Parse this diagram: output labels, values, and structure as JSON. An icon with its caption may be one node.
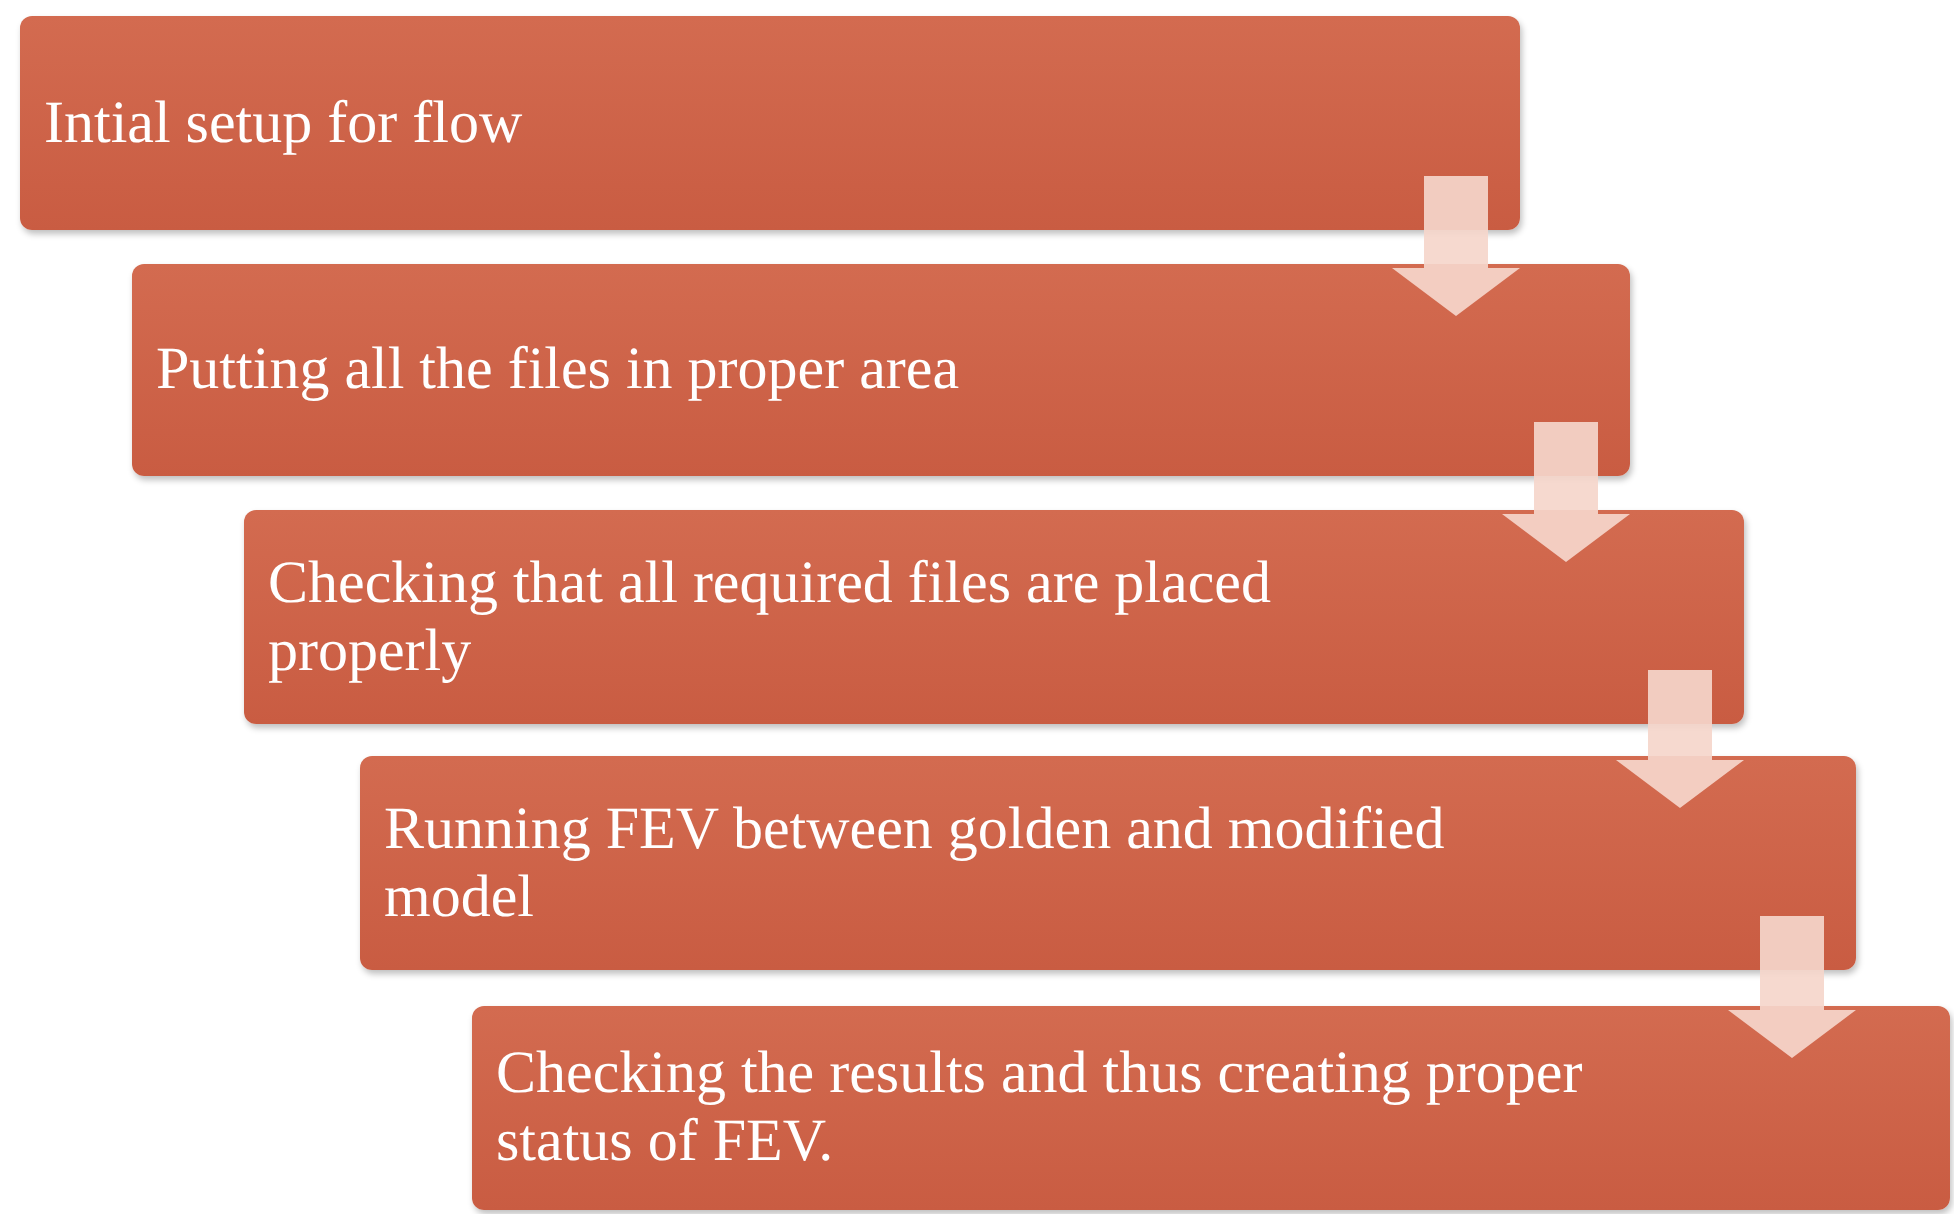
{
  "diagram": {
    "nodes": [
      {
        "text": [
          "Intial setup for flow"
        ]
      },
      {
        "text": [
          "Putting all the files in proper area"
        ]
      },
      {
        "text": [
          "Checking that all required files are placed properly"
        ]
      },
      {
        "text": [
          "Running FEV between golden and modified model"
        ]
      },
      {
        "text": [
          "Checking the results and thus creating proper status of FEV."
        ]
      }
    ],
    "edges": [
      {
        "from": 0,
        "to": 1,
        "arrow": "to"
      },
      {
        "from": 1,
        "to": 2,
        "arrow": "to"
      },
      {
        "from": 2,
        "to": 3,
        "arrow": "to"
      },
      {
        "from": 3,
        "to": 4,
        "arrow": "to"
      }
    ]
  }
}
